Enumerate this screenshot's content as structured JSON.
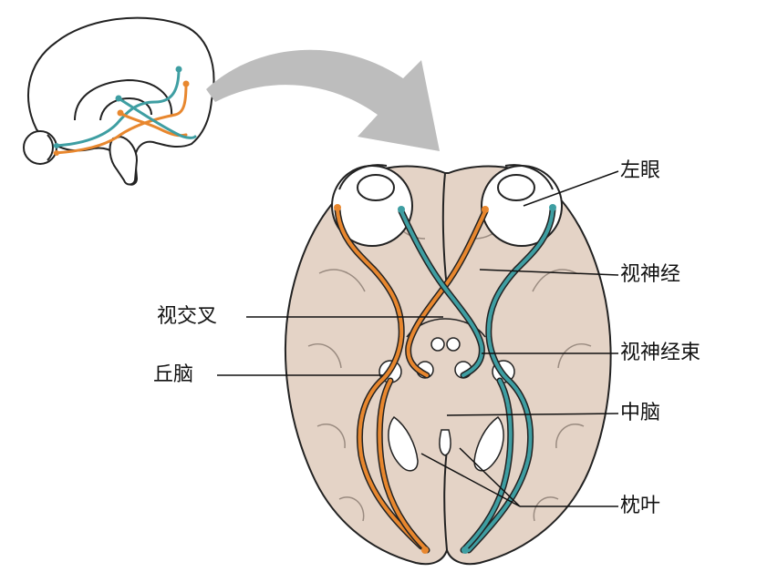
{
  "labels": {
    "left_eye": "左眼",
    "optic_nerve": "视神经",
    "optic_chiasm": "视交叉",
    "optic_tract": "视神经束",
    "thalamus": "丘脑",
    "midbrain": "中脑",
    "occipital_lobe": "枕叶"
  },
  "colors": {
    "brain_fill": "#e4d3c6",
    "outline": "#222222",
    "pathway_orange": "#e8872e",
    "pathway_teal": "#3e9ea2",
    "arrow_fill": "#bdbdbd",
    "sagittal_fill": "#ffffff"
  }
}
